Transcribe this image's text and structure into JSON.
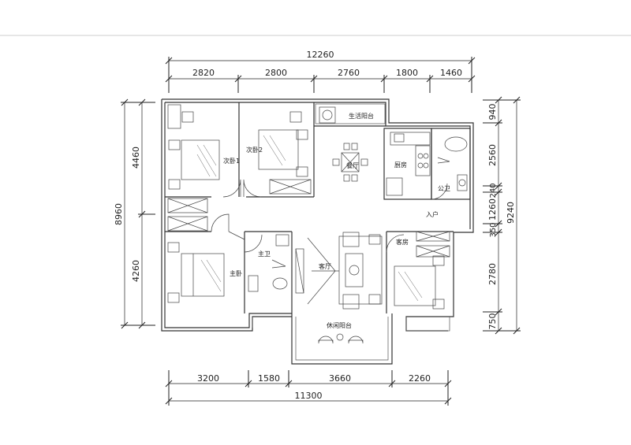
{
  "dimensions": {
    "top_total": "12260",
    "top": [
      "2820",
      "2800",
      "2760",
      "1800",
      "1460"
    ],
    "bottom": [
      "3200",
      "1580",
      "3660",
      "2260"
    ],
    "bottom_total": "11300",
    "left": [
      "4460",
      "4260"
    ],
    "left_total": "8960",
    "right": [
      "940",
      "2560",
      "240",
      "1260",
      "350",
      "2780",
      "750"
    ],
    "right_total": "9240"
  },
  "rooms": {
    "secondary_bedroom_1": "次卧1",
    "secondary_bedroom_2": "次卧2",
    "utility_balcony": "生活阳台",
    "dining": "餐厅",
    "kitchen": "厨房",
    "public_bath": "公卫",
    "entrance": "入户",
    "guest_room": "客房",
    "master_bath": "主卫",
    "master_bedroom": "主卧",
    "living_room": "客厅",
    "leisure_balcony": "休闲阳台"
  }
}
